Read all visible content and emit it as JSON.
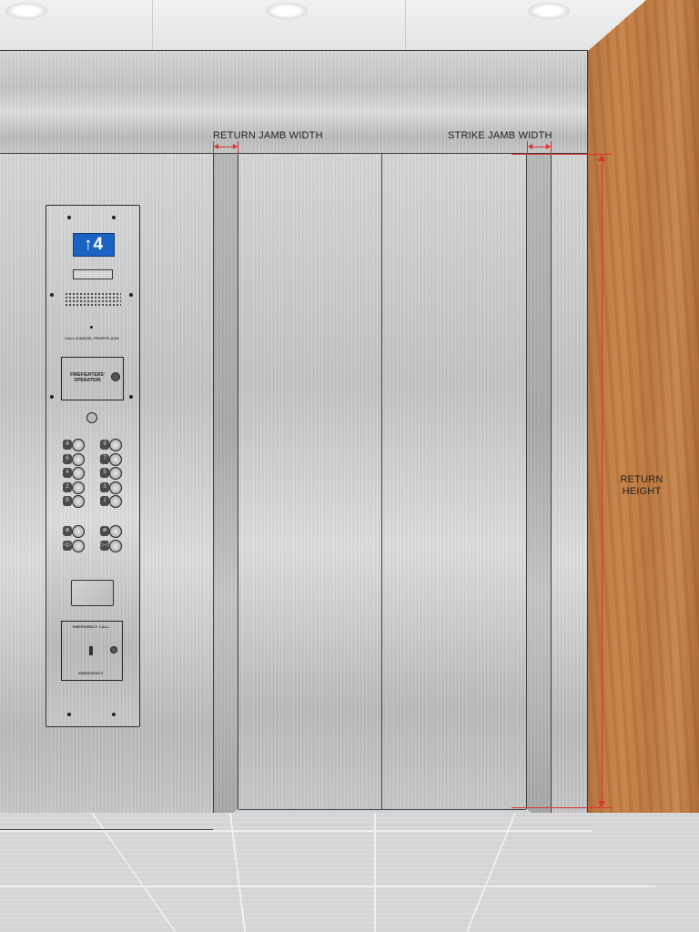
{
  "diagram": {
    "labels": {
      "return_jamb_width": "RETURN JAMB WIDTH",
      "strike_jamb_width": "STRIKE JAMB WIDTH",
      "return_height_line1": "RETURN",
      "return_height_line2": "HEIGHT"
    },
    "panel": {
      "display": "↑4",
      "fire_label_line1": "FIREFIGHTERS'",
      "fire_label_line2": "OPERATION",
      "tiny_label_top": "CALL/CANCEL   PROP/FLASH",
      "phone_label_top": "EMERGENCY CALL",
      "phone_label_bottom": "EMERGENCY",
      "floor_buttons_left": [
        "8",
        "6",
        "4",
        "2",
        "B"
      ],
      "floor_buttons_right": [
        "9",
        "7",
        "5",
        "3",
        "1"
      ],
      "aux_buttons_left": [
        "⊕",
        "◁▷"
      ],
      "aux_buttons_right": [
        "⊗",
        "▷◁"
      ]
    },
    "colors": {
      "dimension": "#e0302c",
      "display_bg": "#1b63c2",
      "wood": "#c08048"
    }
  }
}
